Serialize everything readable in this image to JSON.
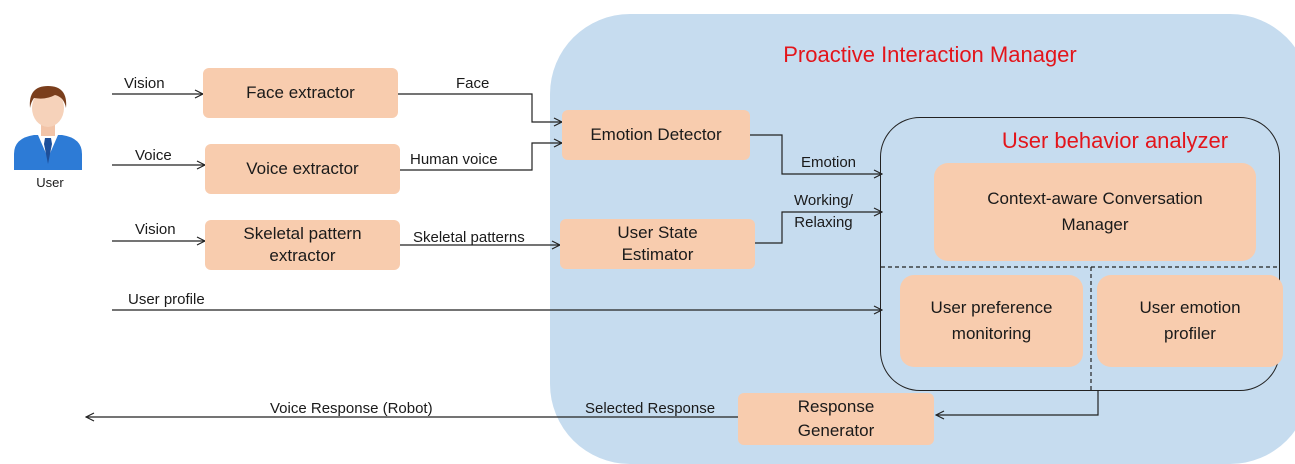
{
  "diagram": {
    "manager_title": "Proactive Interaction Manager",
    "analyzer_title": "User behavior analyzer",
    "user_label": "User",
    "boxes": {
      "face_extractor": "Face extractor",
      "voice_extractor": "Voice extractor",
      "skeletal_extractor": "Skeletal pattern\nextractor",
      "emotion_detector": "Emotion Detector",
      "user_state_estimator": "User State\nEstimator",
      "context_manager": "Context-aware Conversation\nManager",
      "preference_monitoring": "User preference\nmonitoring",
      "emotion_profiler": "User emotion\nprofiler",
      "response_generator": "Response\nGenerator"
    },
    "edges": {
      "vision_1": "Vision",
      "voice": "Voice",
      "vision_2": "Vision",
      "face": "Face",
      "human_voice": "Human voice",
      "skeletal_patterns": "Skeletal patterns",
      "emotion": "Emotion",
      "working_relaxing": "Working/\nRelaxing",
      "user_profile": "User profile",
      "selected_response": "Selected Response",
      "voice_response": "Voice Response (Robot)"
    },
    "colors": {
      "manager_fill": "#c6dcef",
      "box_fill": "#f8ccae",
      "title_red": "#e3151b",
      "line": "#222222"
    }
  }
}
